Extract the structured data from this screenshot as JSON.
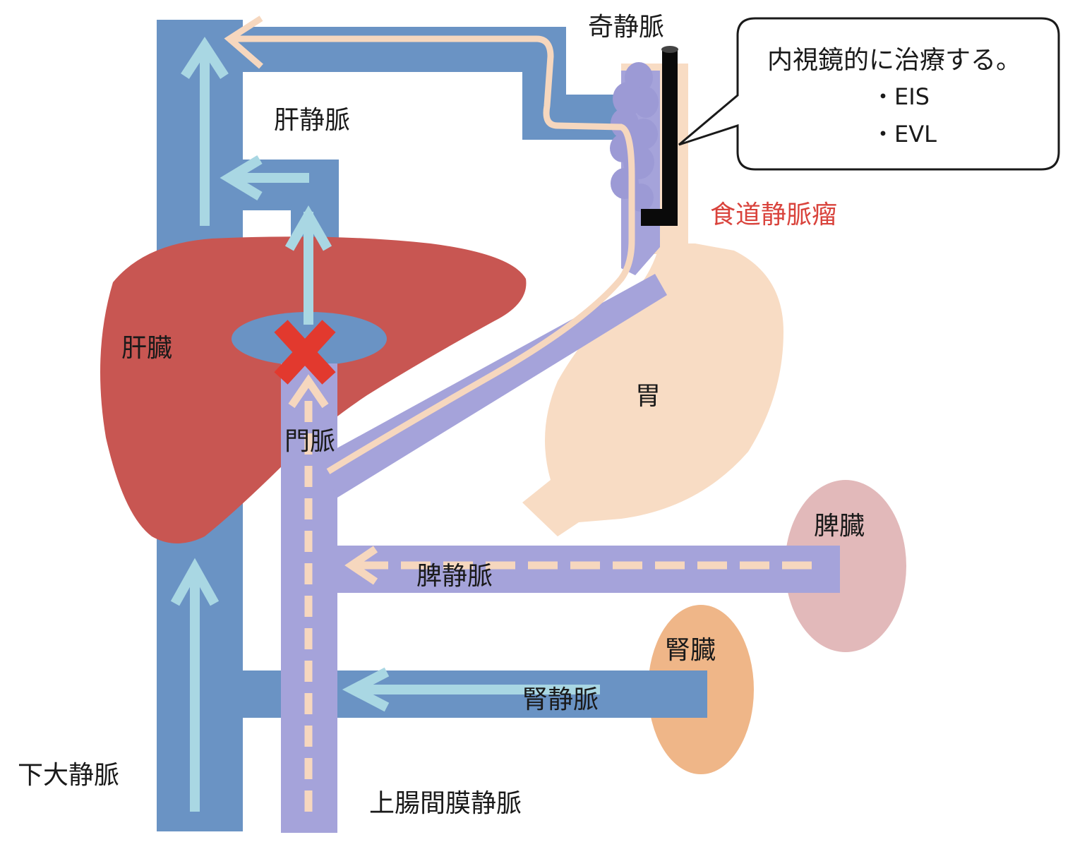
{
  "labels": {
    "azygos_vein": "奇静脈",
    "hepatic_vein": "肝静脈",
    "liver": "肝臓",
    "portal_vein": "門脈",
    "stomach": "胃",
    "esophageal_varices": "食道静脈瘤",
    "spleen": "脾臓",
    "splenic_vein": "脾静脈",
    "kidney": "腎臓",
    "renal_vein": "腎静脈",
    "inferior_vena_cava": "下大静脈",
    "superior_mesenteric_vein": "上腸間膜静脈"
  },
  "callout": {
    "title": "内視鏡的に治療する。",
    "items": [
      "・EIS",
      "・EVL"
    ]
  },
  "colors": {
    "systemic_vein": "#6a93c4",
    "portal_vein": "#a5a3da",
    "normal_flow_arrow": "#a9d7e3",
    "collateral_flow": "#f6d7be",
    "liver": "#c85652",
    "stomach": "#f8dcc4",
    "spleen": "#e2b9ba",
    "kidney": "#efb688",
    "varices": "#9c9ad5",
    "blockage": "#e2392e",
    "label_red": "#d9433c"
  }
}
